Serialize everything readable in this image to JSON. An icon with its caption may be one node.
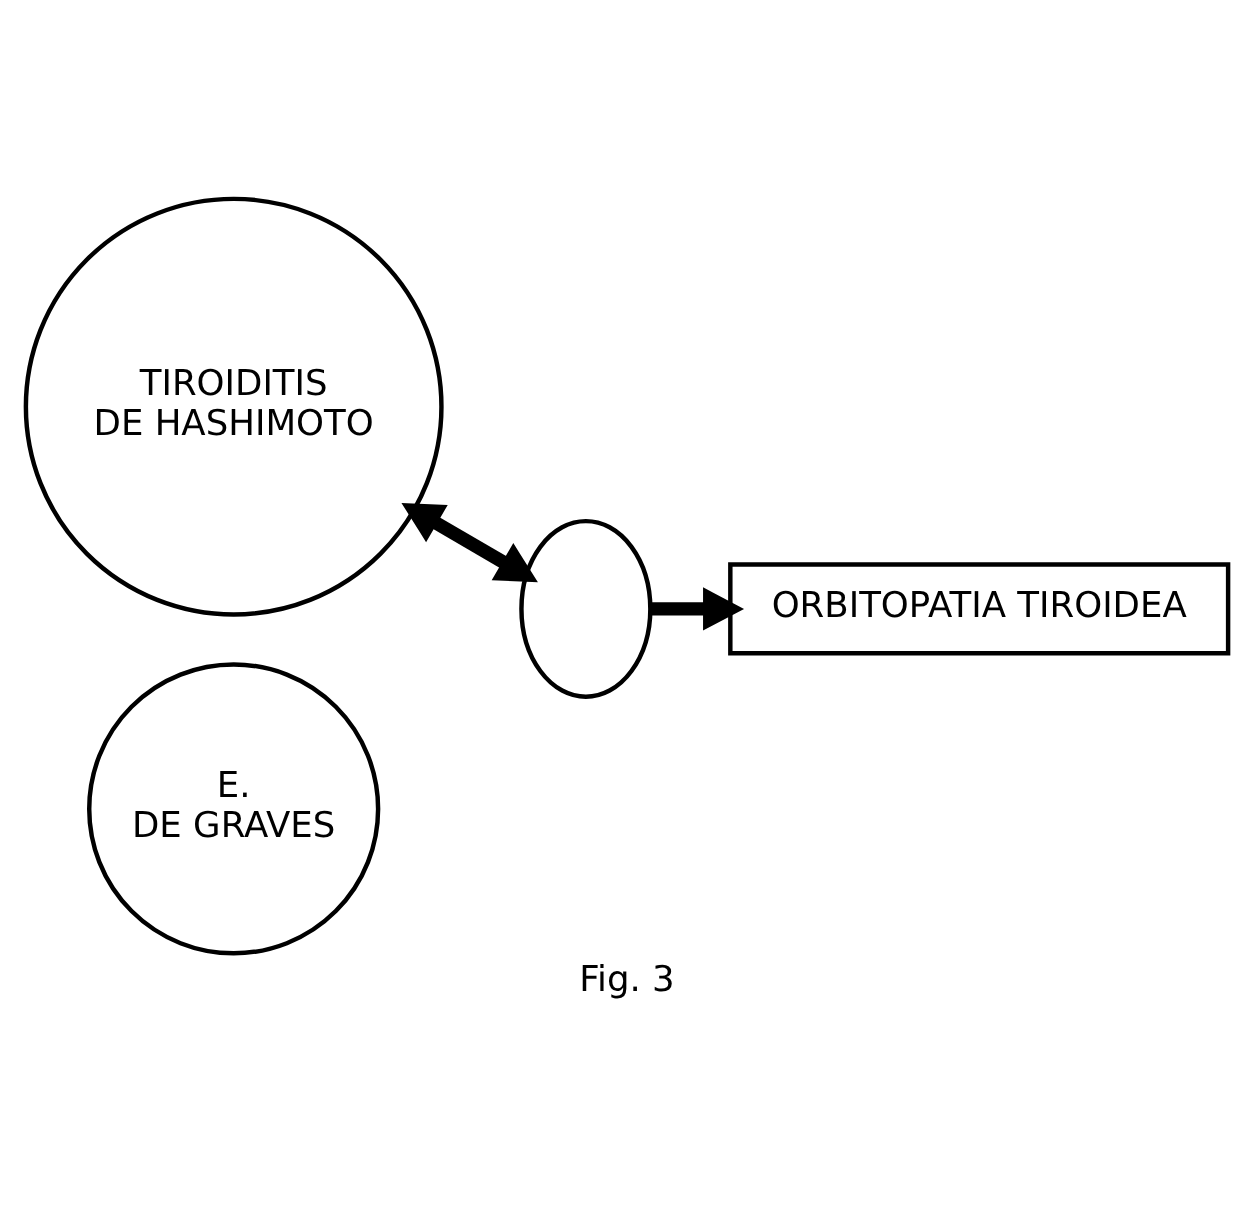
{
  "diagram": {
    "caption": "Fig. 3",
    "nodes": [
      {
        "text": [
          "TIROIDITIS DE HASHIMOTO"
        ]
      },
      {
        "text": [
          "E. DE GRAVES"
        ]
      },
      {
        "text": [],
        "shape": "ellipse"
      },
      {
        "text": [
          "ORBITOPATIA TIROIDEA"
        ]
      }
    ],
    "edges": [
      {
        "from": 0,
        "to": 2,
        "arrow": "both"
      },
      {
        "from": 2,
        "to": 3,
        "arrow": "to"
      }
    ]
  }
}
